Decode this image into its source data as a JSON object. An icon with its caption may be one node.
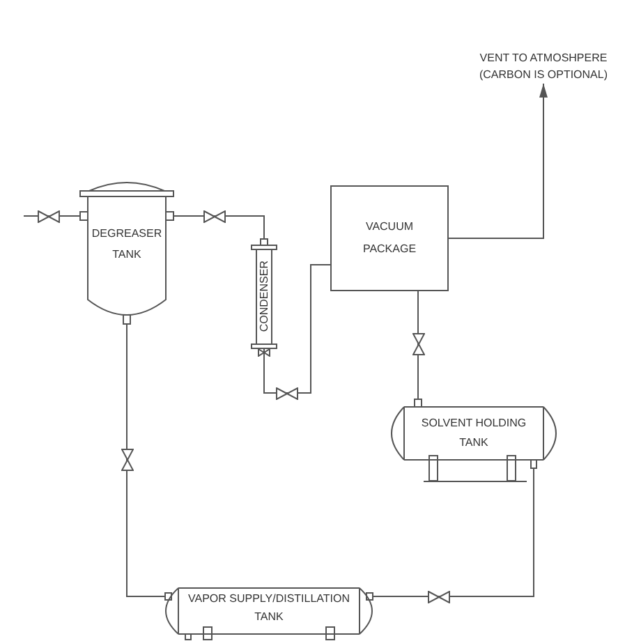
{
  "diagram": {
    "nodes": [
      {
        "text": [
          "VENT TO ATMOSHPERE (CARBON IS OPTIONAL)"
        ]
      },
      {
        "text": [
          "DEGREASER TANK"
        ]
      },
      {
        "text": [
          "CONDENSER"
        ]
      },
      {
        "text": [
          "VACUUM PACKAGE"
        ]
      },
      {
        "text": [
          "SOLVENT HOLDING TANK"
        ]
      },
      {
        "text": [
          "VAPOR SUPPLY/DISTILLATION TANK"
        ]
      }
    ],
    "edges": [
      {
        "from": null,
        "to": 1,
        "arrow": "none"
      },
      {
        "from": 1,
        "to": 2,
        "arrow": "none"
      },
      {
        "from": 2,
        "to": 3,
        "arrow": "none"
      },
      {
        "from": 3,
        "to": 0,
        "arrow": "to"
      },
      {
        "from": 3,
        "to": 4,
        "arrow": "none"
      },
      {
        "from": 4,
        "to": 5,
        "arrow": "none"
      },
      {
        "from": 5,
        "to": 1,
        "arrow": "none"
      }
    ]
  }
}
